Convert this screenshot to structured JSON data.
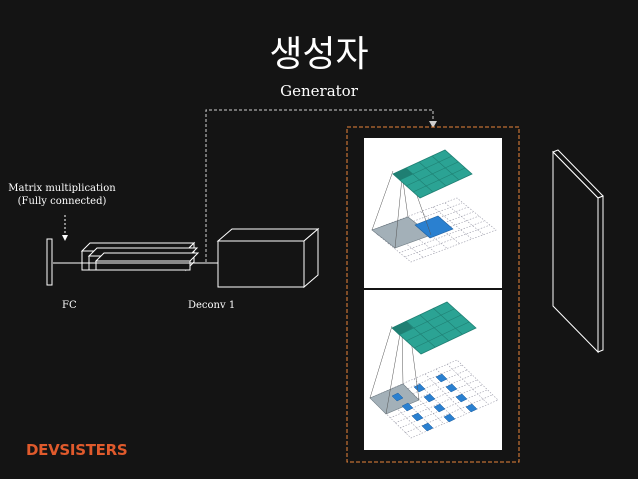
{
  "header": {
    "title": "생성자",
    "subtitle": "Generator"
  },
  "labels": {
    "matrix_multiplication_line1": "Matrix multiplication",
    "matrix_multiplication_line2": "(Fully connected)",
    "fc": "FC",
    "deconv": "Deconv 1"
  },
  "logo": {
    "text": "DEVSISTERS"
  },
  "colors": {
    "background": "#141414",
    "line": "#ffffff",
    "dashed_connector": "#cfcfcf",
    "highlight_box": "#e8843a",
    "logo": "#e05a2c",
    "teal_grid": "#2ba394",
    "gray_cells": "#a3b0b8",
    "blue_cells": "#2a80d0"
  },
  "icons": {
    "fc": "vertical-bar-layer",
    "dense": "stacked-boxes",
    "deconv1": "3d-box",
    "output": "thin-slab",
    "convolution": "transposed-convolution-illustration"
  }
}
